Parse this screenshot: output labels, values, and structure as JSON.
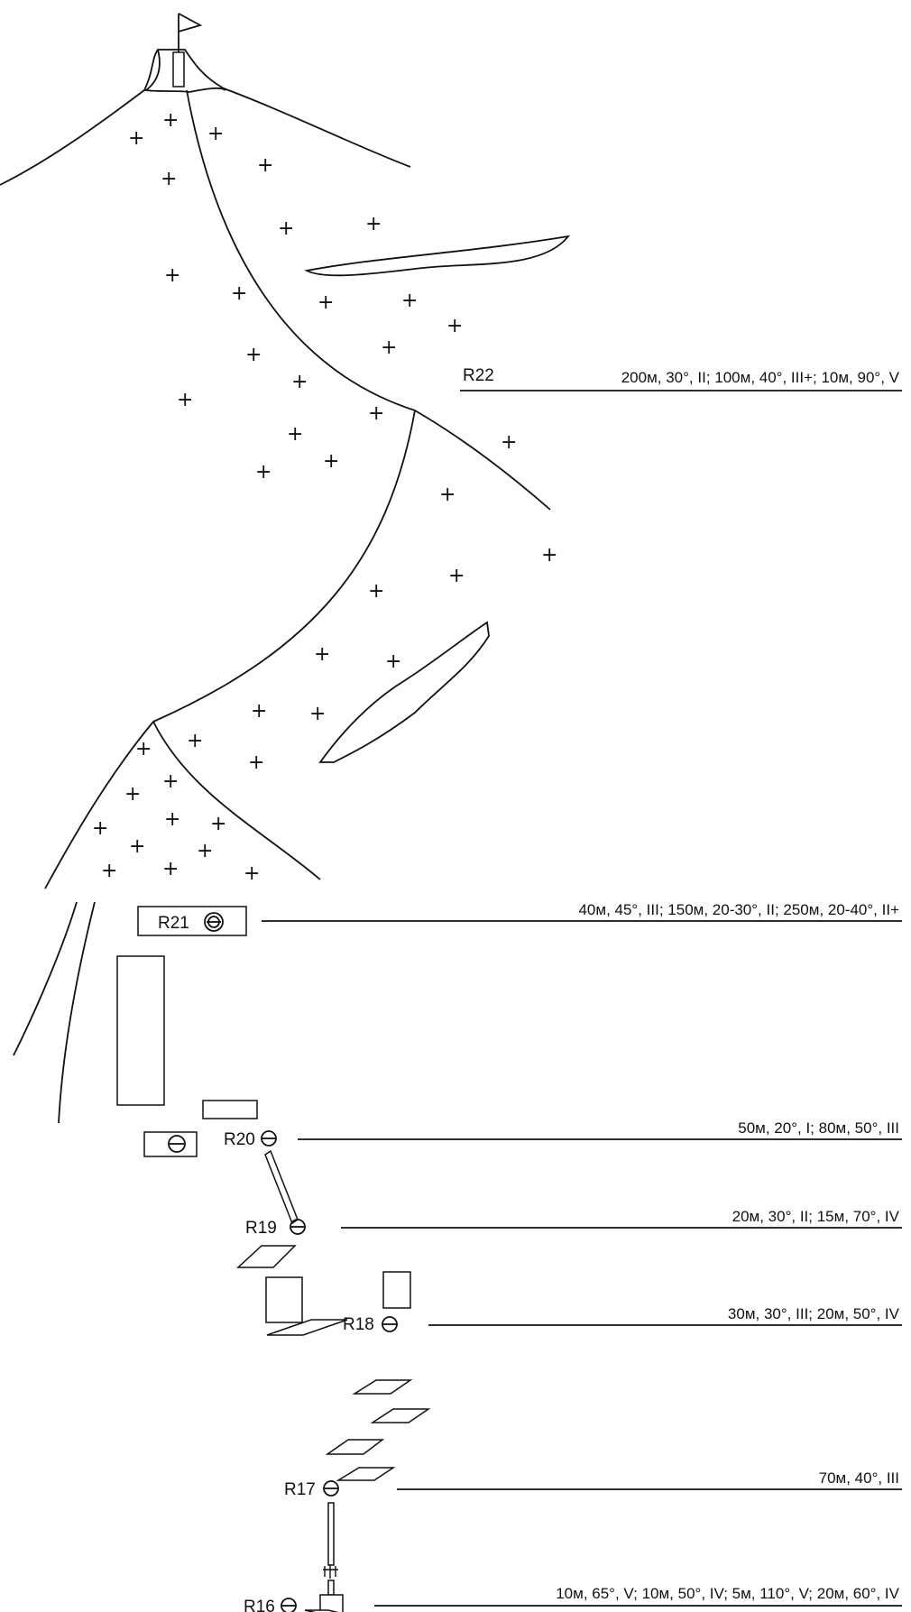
{
  "pitches": [
    {
      "label": "R22",
      "desc": "200м, 30°, II; 100м, 40°, III+; 10м, 90°, V"
    },
    {
      "label": "R21",
      "desc": "40м, 45°, III; 150м, 20-30°, II; 250м, 20-40°, II+"
    },
    {
      "label": "R20",
      "desc": "50м, 20°, I; 80м, 50°, III"
    },
    {
      "label": "R19",
      "desc": "20м, 30°, II; 15м, 70°, IV"
    },
    {
      "label": "R18",
      "desc": "30м, 30°, III; 20м, 50°, IV"
    },
    {
      "label": "R17",
      "desc": "70м, 40°, III"
    },
    {
      "label": "R16",
      "desc": "10м, 65°, V; 10м, 50°, IV; 5м, 110°, V; 20м, 60°, IV"
    }
  ],
  "icons": {
    "summit": "flag-icon",
    "belay": "piton-circle-icon",
    "snow": "cross-mark",
    "ice_screw": "ice-screw-icon"
  }
}
